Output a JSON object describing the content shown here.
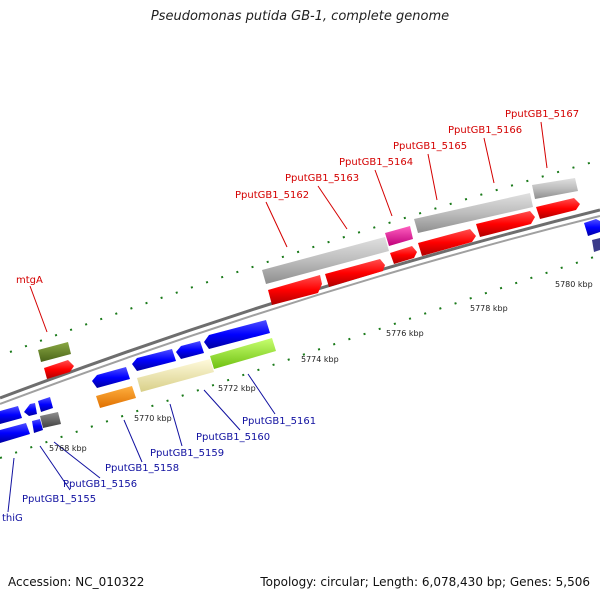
{
  "title": "Pseudomonas putida GB-1, complete genome",
  "footer": {
    "accession": "Accession: NC_010322",
    "stats": "Topology: circular; Length: 6,078,430 bp; Genes: 5,506"
  },
  "axis": {
    "ticks": [
      {
        "label": "5768 kbp"
      },
      {
        "label": "5770 kbp"
      },
      {
        "label": "5772 kbp"
      },
      {
        "label": "5774 kbp"
      },
      {
        "label": "5776 kbp"
      },
      {
        "label": "5778 kbp"
      },
      {
        "label": "5780 kbp"
      }
    ]
  },
  "genes": {
    "forward_labels": [
      "mtgA",
      "PputGB1_5162",
      "PputGB1_5163",
      "PputGB1_5164",
      "PputGB1_5165",
      "PputGB1_5166",
      "PputGB1_5167"
    ],
    "reverse_labels": [
      "thiG",
      "PputGB1_5155",
      "PputGB1_5156",
      "PputGB1_5158",
      "PputGB1_5159",
      "PputGB1_5160",
      "PputGB1_5161"
    ]
  },
  "colors": {
    "forward_cds": "#ff0000",
    "reverse_cds": "#0000ff",
    "gene_track": "#b8b8b8",
    "backbone": "#707070",
    "tick_marks": "#1a7a1a",
    "label_forward": "#d40000",
    "label_reverse": "#1010a0",
    "olive_feature": "#5a7a20",
    "magenta_feature": "#e0109a",
    "orange_feature": "#ff8c00",
    "light_yellow_feature": "#f0e8a0",
    "lime_feature": "#90f020",
    "grey_dark_feature": "#606060"
  }
}
